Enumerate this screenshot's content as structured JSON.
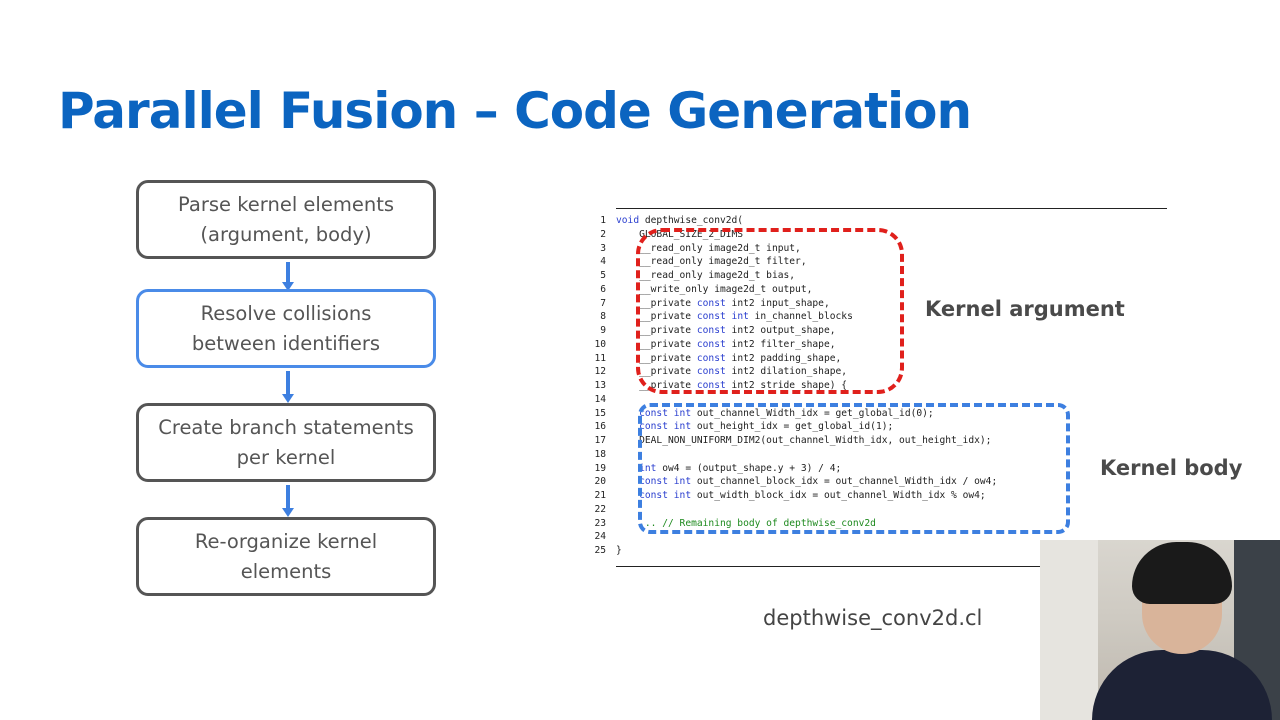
{
  "slide": {
    "title": "Parallel Fusion – Code Generation"
  },
  "steps": [
    {
      "line1": "Parse kernel elements",
      "line2": "(argument, body)",
      "highlighted": false
    },
    {
      "line1": "Resolve collisions",
      "line2": "between identifiers",
      "highlighted": true
    },
    {
      "line1": "Create branch statements",
      "line2": "per kernel",
      "highlighted": false
    },
    {
      "line1": "Re-organize kernel",
      "line2": "elements",
      "highlighted": false
    }
  ],
  "code": {
    "filename": "depthwise_conv2d.cl",
    "lines": [
      {
        "n": "1",
        "parts": [
          [
            "kw",
            "void"
          ],
          [
            "",
            " depthwise_conv2d("
          ]
        ]
      },
      {
        "n": "2",
        "parts": [
          [
            "",
            "    GLOBAL_SIZE_2_DIMS"
          ]
        ]
      },
      {
        "n": "3",
        "parts": [
          [
            "",
            "    __read_only image2d_t input,"
          ]
        ]
      },
      {
        "n": "4",
        "parts": [
          [
            "",
            "    __read_only image2d_t filter,"
          ]
        ]
      },
      {
        "n": "5",
        "parts": [
          [
            "",
            "    __read_only image2d_t bias,"
          ]
        ]
      },
      {
        "n": "6",
        "parts": [
          [
            "",
            "    __write_only image2d_t output,"
          ]
        ]
      },
      {
        "n": "7",
        "parts": [
          [
            "",
            "    __private "
          ],
          [
            "kw",
            "const"
          ],
          [
            "",
            " int2 input_shape,"
          ]
        ]
      },
      {
        "n": "8",
        "parts": [
          [
            "",
            "    __private "
          ],
          [
            "kw",
            "const"
          ],
          [
            "",
            " "
          ],
          [
            "kw",
            "int"
          ],
          [
            "",
            " in_channel_blocks"
          ]
        ]
      },
      {
        "n": "9",
        "parts": [
          [
            "",
            "    __private "
          ],
          [
            "kw",
            "const"
          ],
          [
            "",
            " int2 output_shape,"
          ]
        ]
      },
      {
        "n": "10",
        "parts": [
          [
            "",
            "    __private "
          ],
          [
            "kw",
            "const"
          ],
          [
            "",
            " int2 filter_shape,"
          ]
        ]
      },
      {
        "n": "11",
        "parts": [
          [
            "",
            "    __private "
          ],
          [
            "kw",
            "const"
          ],
          [
            "",
            " int2 padding_shape,"
          ]
        ]
      },
      {
        "n": "12",
        "parts": [
          [
            "",
            "    __private "
          ],
          [
            "kw",
            "const"
          ],
          [
            "",
            " int2 dilation_shape,"
          ]
        ]
      },
      {
        "n": "13",
        "parts": [
          [
            "",
            "    __private "
          ],
          [
            "kw",
            "const"
          ],
          [
            "",
            " int2 stride_shape) {"
          ]
        ]
      },
      {
        "n": "14",
        "parts": []
      },
      {
        "n": "15",
        "parts": [
          [
            "",
            "    "
          ],
          [
            "kw",
            "const"
          ],
          [
            "",
            " "
          ],
          [
            "kw",
            "int"
          ],
          [
            "",
            " out_channel_Width_idx = get_global_id(0);"
          ]
        ]
      },
      {
        "n": "16",
        "parts": [
          [
            "",
            "    "
          ],
          [
            "kw",
            "const"
          ],
          [
            "",
            " "
          ],
          [
            "kw",
            "int"
          ],
          [
            "",
            " out_height_idx = get_global_id(1);"
          ]
        ]
      },
      {
        "n": "17",
        "parts": [
          [
            "",
            "    DEAL_NON_UNIFORM_DIM2(out_channel_Width_idx, out_height_idx);"
          ]
        ]
      },
      {
        "n": "18",
        "parts": []
      },
      {
        "n": "19",
        "parts": [
          [
            "",
            "    "
          ],
          [
            "kw",
            "int"
          ],
          [
            "",
            " ow4 = (output_shape.y + 3) / 4;"
          ]
        ]
      },
      {
        "n": "20",
        "parts": [
          [
            "",
            "    "
          ],
          [
            "kw",
            "const"
          ],
          [
            "",
            " "
          ],
          [
            "kw",
            "int"
          ],
          [
            "",
            " out_channel_block_idx = out_channel_Width_idx / ow4;"
          ]
        ]
      },
      {
        "n": "21",
        "parts": [
          [
            "",
            "    "
          ],
          [
            "kw",
            "const"
          ],
          [
            "",
            " "
          ],
          [
            "kw",
            "int"
          ],
          [
            "",
            " out_width_block_idx = out_channel_Width_idx % ow4;"
          ]
        ]
      },
      {
        "n": "22",
        "parts": []
      },
      {
        "n": "23",
        "parts": [
          [
            "",
            "    "
          ],
          [
            "cm",
            "... // Remaining body of depthwise_conv2d"
          ]
        ]
      },
      {
        "n": "24",
        "parts": []
      },
      {
        "n": "25",
        "parts": [
          [
            "",
            "}"
          ]
        ]
      }
    ]
  },
  "annotations": {
    "argument_label": "Kernel argument",
    "body_label": "Kernel body",
    "argument_color": "#e0201c",
    "body_color": "#3d7fe0"
  },
  "colors": {
    "title": "#0b64c0",
    "step_border": "#555555",
    "step_highlight": "#4a8be8",
    "arrow": "#3d7fe0",
    "keyword": "#2b3fcf",
    "comment": "#1e8a1e"
  }
}
